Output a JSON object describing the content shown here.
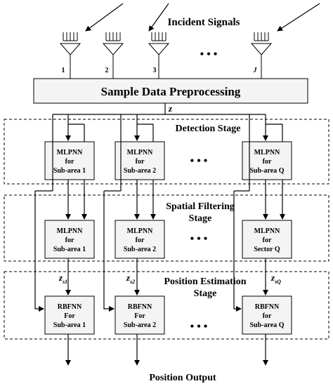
{
  "title": "Incident Signals",
  "antennas": [
    "1",
    "2",
    "3",
    "J"
  ],
  "ellipsis": "•  •  •",
  "preprocess": {
    "label": "Sample Data Preprocessing",
    "output": "z"
  },
  "stages": [
    {
      "label": "Detection Stage",
      "blocks": [
        {
          "type": "MLPNN",
          "for": "for",
          "target": "Sub-area 1"
        },
        {
          "type": "MLPNN",
          "for": "for",
          "target": "Sub-area 2"
        },
        {
          "type": "MLPNN",
          "for": "for",
          "target": "Sub-area Q"
        }
      ]
    },
    {
      "label_line1": "Spatial Filtering",
      "label_line2": "Stage",
      "blocks": [
        {
          "type": "MLPNN",
          "for": "for",
          "target": "Sub-area 1"
        },
        {
          "type": "MLPNN",
          "for": "for",
          "target": "Sub-area 2"
        },
        {
          "type": "MLPNN",
          "for": "for",
          "target": "Sector Q"
        }
      ]
    },
    {
      "label_line1": "Position Estimation",
      "label_line2": "Stage",
      "blocks": [
        {
          "type": "RBFNN",
          "for": "For",
          "target": "Sub-area 1"
        },
        {
          "type": "RBFNN",
          "for": "For",
          "target": "Sub-area 2"
        },
        {
          "type": "RBFNN",
          "for": "for",
          "target": "Sub-area Q"
        }
      ]
    }
  ],
  "signal_labels": [
    {
      "base": "z",
      "sub": "s1"
    },
    {
      "base": "z",
      "sub": "s2"
    },
    {
      "base": "z",
      "sub": "sQ"
    }
  ],
  "output_label": "Position Output"
}
